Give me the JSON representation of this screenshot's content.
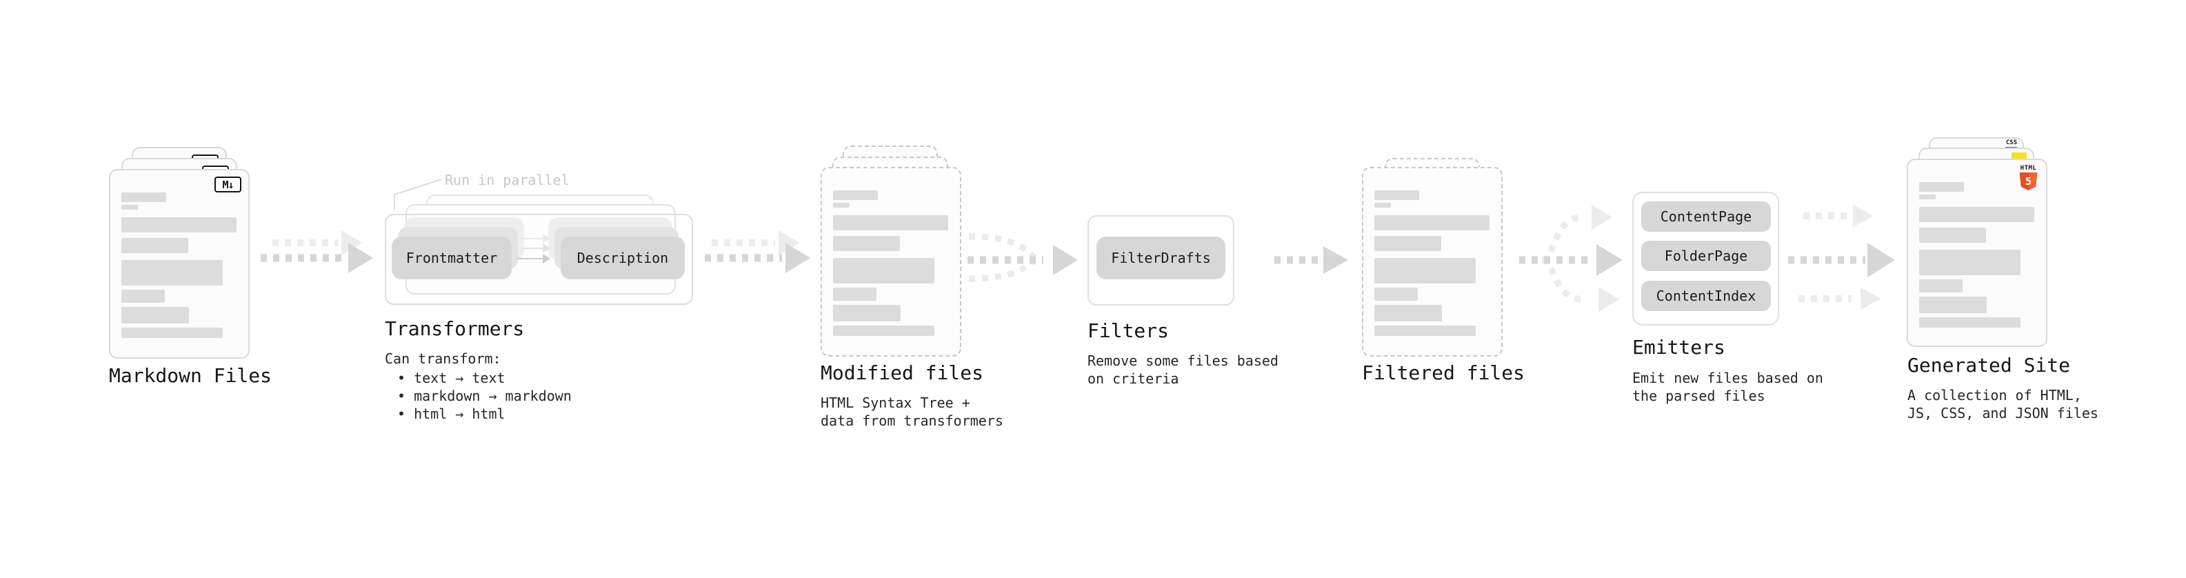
{
  "diagram": {
    "stages": {
      "markdown_files": {
        "label": "Markdown Files",
        "badge": "M↓"
      },
      "transformers": {
        "label": "Transformers",
        "callout": "Run in parallel",
        "pills": [
          "Frontmatter",
          "Description"
        ],
        "note_title": "Can transform:",
        "bullets": [
          "• text → text",
          "• markdown → markdown",
          "• html → html"
        ]
      },
      "modified_files": {
        "label": "Modified files",
        "description_lines": [
          "HTML Syntax Tree +",
          "data from transformers"
        ]
      },
      "filters": {
        "label": "Filters",
        "pill": "FilterDrafts",
        "description_lines": [
          "Remove some files based",
          "on criteria"
        ]
      },
      "filtered_files": {
        "label": "Filtered files"
      },
      "emitters": {
        "label": "Emitters",
        "pills": [
          "ContentPage",
          "FolderPage",
          "ContentIndex"
        ],
        "description_lines": [
          "Emit new files based on",
          "the parsed files"
        ]
      },
      "generated_site": {
        "label": "Generated Site",
        "description_lines": [
          "A collection of HTML,",
          "JS, CSS, and JSON files"
        ],
        "badges": {
          "css": "CSS",
          "html": "HTML",
          "html_number": "5"
        }
      }
    },
    "colors": {
      "html5_orange": "#e44d26",
      "html5_orange_light": "#f16529",
      "css_blue": "#2d62e8",
      "js_yellow": "#f7df1e"
    }
  }
}
